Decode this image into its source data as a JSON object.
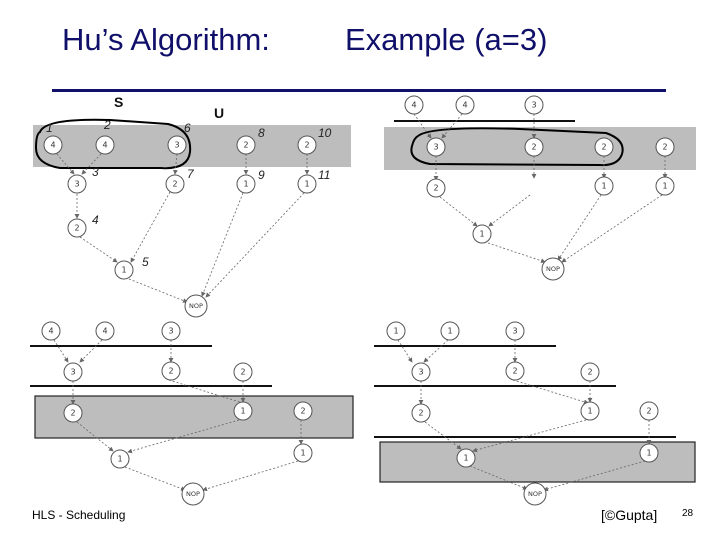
{
  "title_left": "Hu’s Algorithm:",
  "title_right": "Example (a=3)",
  "footer_left": "HLS - Scheduling",
  "footer_right": "[©Gupta]",
  "page_number": "28",
  "set_labels": {
    "s": "S",
    "u": "U"
  },
  "panel1": {
    "node_labels": [
      "4",
      "4",
      "3",
      "2",
      "2",
      "3",
      "2",
      "1",
      "1",
      "2",
      "1",
      "NOP"
    ],
    "index_labels": [
      "1",
      "2",
      "6",
      "8",
      "10",
      "3",
      "7",
      "9",
      "11",
      "4",
      "5"
    ]
  },
  "panel2": {
    "node_labels": [
      "4",
      "4",
      "3",
      "3",
      "2",
      "2",
      "2",
      "2",
      "1",
      "1",
      "1",
      "NOP"
    ]
  },
  "panel3": {
    "node_labels": [
      "4",
      "4",
      "3",
      "3",
      "2",
      "2",
      "2",
      "1",
      "2",
      "1",
      "1",
      "NOP"
    ]
  },
  "panel4": {
    "node_labels": [
      "1",
      "1",
      "3",
      "3",
      "2",
      "2",
      "2",
      "1",
      "2",
      "1",
      "1",
      "NOP"
    ]
  }
}
